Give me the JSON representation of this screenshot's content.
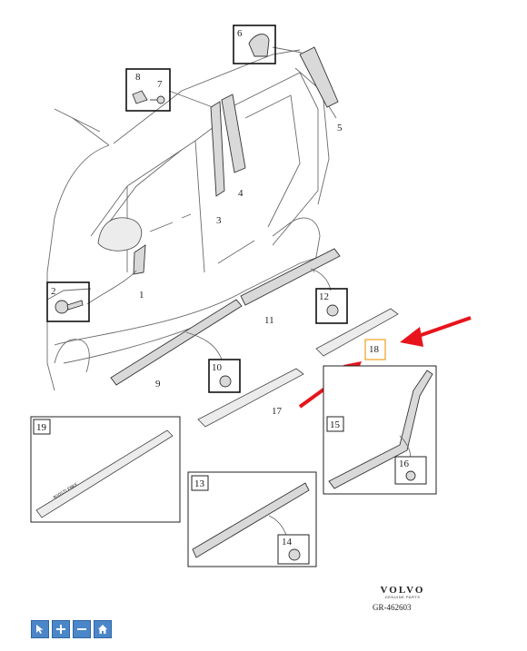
{
  "diagram": {
    "labels": {
      "p1": "1",
      "p2": "2",
      "p3": "3",
      "p4": "4",
      "p5": "5",
      "p6": "6",
      "p7": "7",
      "p8": "8",
      "p9": "9",
      "p10": "10",
      "p11": "11",
      "p12": "12",
      "p13": "13",
      "p14": "14",
      "p15": "15",
      "p16": "16",
      "p17": "17",
      "p18": "18",
      "p19": "19"
    },
    "badge_text": "BOOSTLENKE",
    "highlight_color": "#f0a020",
    "arrow_color": "#e8141c"
  },
  "brand": {
    "logo": "VOLVO",
    "subtitle": "GENUINE PARTS",
    "reference": "GR-462603"
  },
  "toolbar": {
    "buttons": [
      "pointer-icon",
      "zoom-in-icon",
      "zoom-out-icon",
      "home-icon"
    ]
  }
}
